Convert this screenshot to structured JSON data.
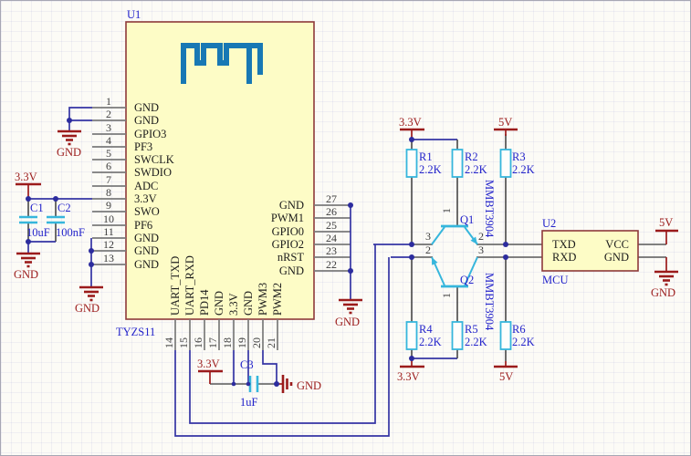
{
  "u1": {
    "ref": "U1",
    "part": "TYZS11",
    "left_pins": [
      {
        "num": "1",
        "name": "GND"
      },
      {
        "num": "2",
        "name": "GND"
      },
      {
        "num": "3",
        "name": "GPIO3"
      },
      {
        "num": "4",
        "name": "PF3"
      },
      {
        "num": "5",
        "name": "SWCLK"
      },
      {
        "num": "6",
        "name": "SWDIO"
      },
      {
        "num": "7",
        "name": "ADC"
      },
      {
        "num": "8",
        "name": "3.3V"
      },
      {
        "num": "9",
        "name": "SWO"
      },
      {
        "num": "10",
        "name": "PF6"
      },
      {
        "num": "11",
        "name": "GND"
      },
      {
        "num": "12",
        "name": "GND"
      },
      {
        "num": "13",
        "name": "GND"
      }
    ],
    "right_pins": [
      {
        "num": "27",
        "name": "GND"
      },
      {
        "num": "26",
        "name": "PWM1"
      },
      {
        "num": "25",
        "name": "GPIO0"
      },
      {
        "num": "24",
        "name": "GPIO2"
      },
      {
        "num": "23",
        "name": "nRST"
      },
      {
        "num": "22",
        "name": "GND"
      }
    ],
    "bottom_pins": [
      {
        "num": "14",
        "name": "UART_TXD"
      },
      {
        "num": "15",
        "name": "UART_RXD"
      },
      {
        "num": "16",
        "name": "PD14"
      },
      {
        "num": "17",
        "name": "GND"
      },
      {
        "num": "18",
        "name": "3.3V"
      },
      {
        "num": "19",
        "name": "GND"
      },
      {
        "num": "20",
        "name": "PWM3"
      },
      {
        "num": "21",
        "name": "PWM2"
      }
    ]
  },
  "u2": {
    "ref": "U2",
    "part": "MCU",
    "left_pins": [
      {
        "name": "TXD"
      },
      {
        "name": "RXD"
      }
    ],
    "right_pins": [
      {
        "name": "VCC"
      },
      {
        "name": "GND"
      }
    ]
  },
  "resistors": [
    {
      "ref": "R1",
      "value": "2.2K"
    },
    {
      "ref": "R2",
      "value": "2.2K"
    },
    {
      "ref": "R3",
      "value": "2.2K"
    },
    {
      "ref": "R4",
      "value": "2.2K"
    },
    {
      "ref": "R5",
      "value": "2.2K"
    },
    {
      "ref": "R6",
      "value": "2.2K"
    }
  ],
  "capacitors": [
    {
      "ref": "C1",
      "value": "10uF"
    },
    {
      "ref": "C2",
      "value": "100nF"
    },
    {
      "ref": "C3",
      "value": "1uF"
    }
  ],
  "transistors": [
    {
      "ref": "Q1",
      "value": "MMBT3904",
      "pin_base": "1",
      "pin_left": "3",
      "pin_right": "2"
    },
    {
      "ref": "Q2",
      "value": "MMBT3904",
      "pin_base": "1",
      "pin_left": "2",
      "pin_right": "3"
    }
  ],
  "power": {
    "v33": "3.3V",
    "v5": "5V",
    "gnd": "GND"
  },
  "colors": {
    "component_label_blue": "#2424cb",
    "power_red": "#9b1b1b",
    "wire_navy": "#3434a4",
    "symbol_cyan": "#36b6dc",
    "chip_fill": "#fdfcc6",
    "chip_border": "#8e3a3a",
    "antenna_blue": "#1878b4"
  }
}
